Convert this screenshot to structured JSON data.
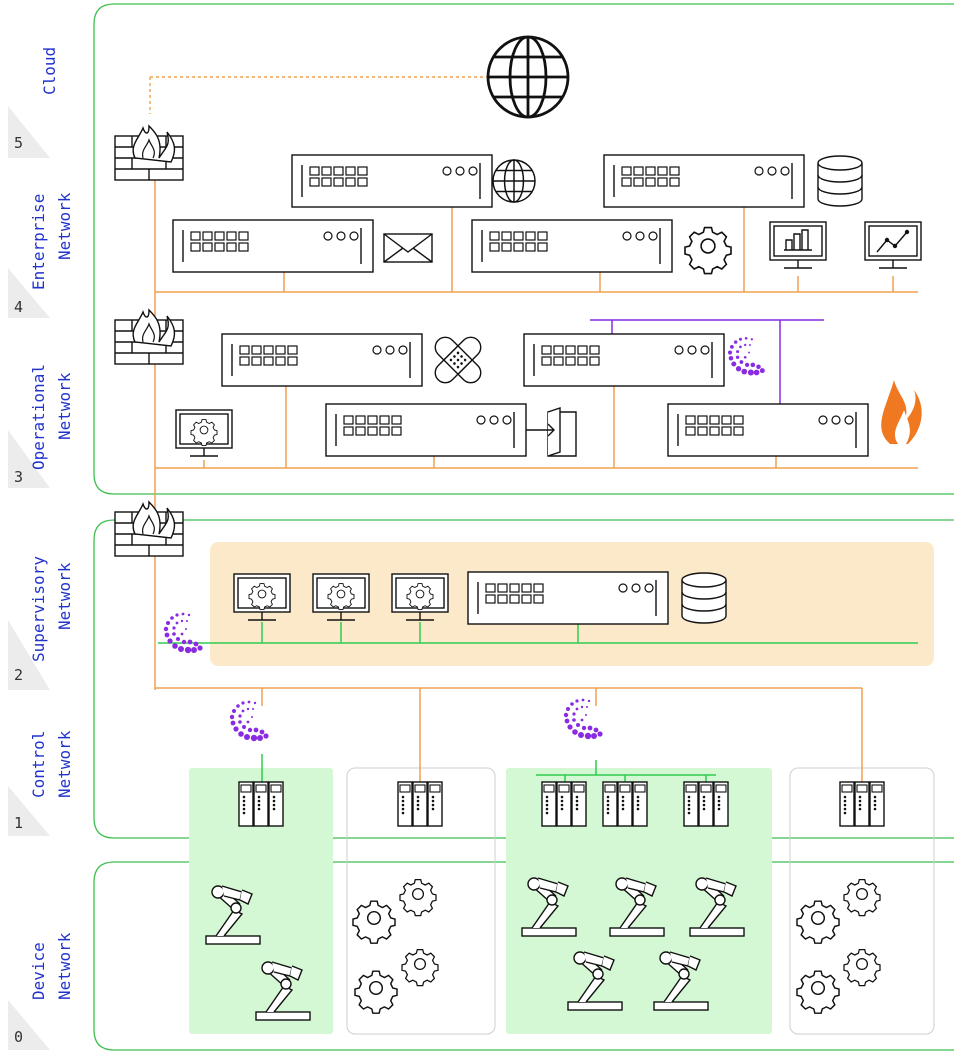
{
  "levels": [
    {
      "num": "",
      "line1": "Cloud",
      "line2": ""
    },
    {
      "num": "5",
      "line1": "Enterprise",
      "line2": "Network"
    },
    {
      "num": "4",
      "line1": "Operational",
      "line2": "Network"
    },
    {
      "num": "3",
      "line1": "Supervisory",
      "line2": "Network"
    },
    {
      "num": "2",
      "line1": "Control",
      "line2": "Network"
    },
    {
      "num": "1",
      "line1": "Device",
      "line2": "Network"
    },
    {
      "num": "0",
      "line1": "",
      "line2": ""
    }
  ],
  "icons": {
    "internet": "globe-icon",
    "firewall": "firewall-icon",
    "web_server": "globe-icon",
    "db_server": "database-icon",
    "mail_server": "envelope-icon",
    "app_server": "gear-icon",
    "reporting": "bar-chart-monitor-icon",
    "analytics": "line-chart-monitor-icon",
    "patch_server": "bandage-icon",
    "security_sensor": "purple-dot-swirl-icon",
    "remote_access": "door-icon",
    "siem": "flame-icon",
    "hmi": "gear-monitor-icon",
    "plc": "plc-rack-icon",
    "robot": "robot-arm-icon",
    "machinery": "gears-icon"
  },
  "colors": {
    "zone_border": "#3fbf4f",
    "backbone": "#f0a050",
    "supervisory_zone": "#fbe9c9",
    "cell_zone": "#d4f8d4",
    "cell_line": "#2ecc50",
    "monitor_link": "#8a2be2",
    "label_text": "#2233cc"
  }
}
